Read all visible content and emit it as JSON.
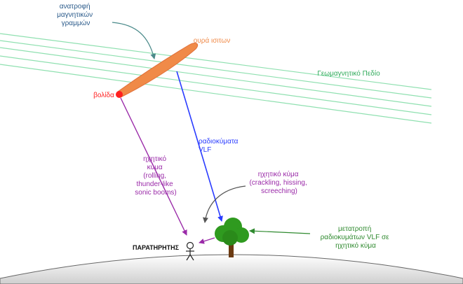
{
  "labels": {
    "field_line_reconnection": [
      "ανατροφή",
      "μαγνητικών",
      "γραμμών"
    ],
    "meteor_tail": "ουρά ισιτων",
    "magnetic_field": "Γεωμαγνητικό Πεδίο",
    "fireball": "βολίδα",
    "vlf_radio": [
      "ραδιοκύματα",
      "VLF"
    ],
    "acoustic_wave_sonic": [
      "ηχητικό",
      "κύμα",
      "(rolling,",
      "thunder-like",
      "sonic booms)"
    ],
    "acoustic_wave_local": [
      "ηχητικό κύμα",
      "(crackling, hissing,",
      "screeching)"
    ],
    "conversion": [
      "μετατροπή",
      "ραδιοκυμάτων VLF σε",
      "ηχητικό κύμα"
    ],
    "observer": "ΠΑΡΑΤΗΡΗΤΗΣ"
  },
  "colors": {
    "field_lines": "#8fe0b0",
    "meteor": "#f08a48",
    "fireball": "#ff2020",
    "vlf": "#2a3cff",
    "sonic": "#9a2aa8",
    "conversion": "#2f8a2f",
    "ground": "#d8d8d8",
    "tree_foliage": "#2f9a1f",
    "tree_trunk": "#6b3a12"
  }
}
